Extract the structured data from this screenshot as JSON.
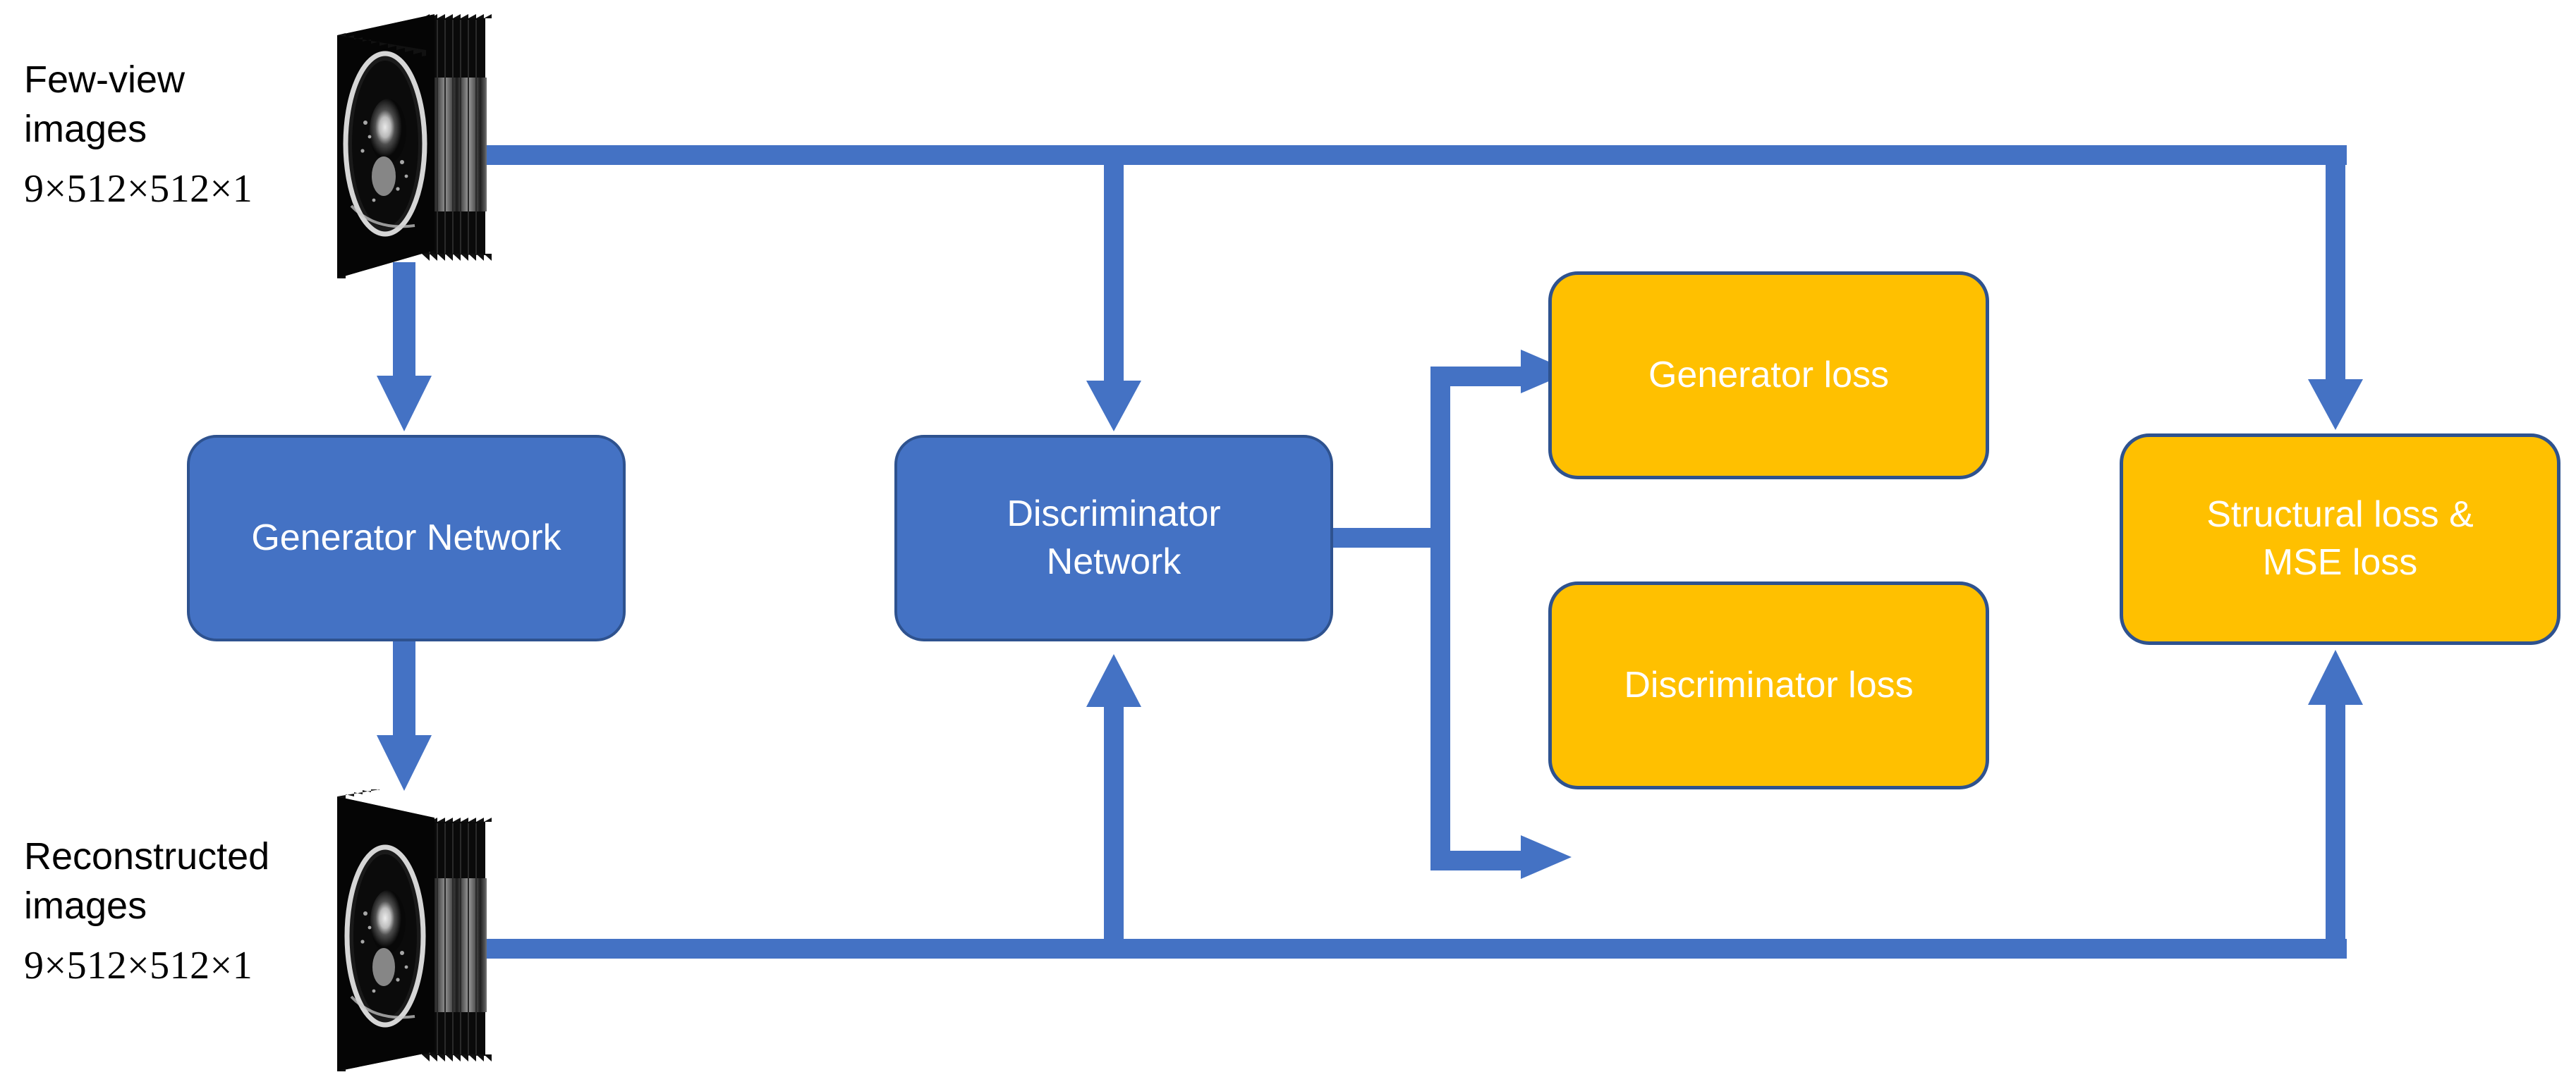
{
  "diagram": {
    "title": "GAN-based few-view CT reconstruction architecture",
    "colors": {
      "network_fill": "#4472C4",
      "network_border": "#2E528F",
      "loss_fill": "#FFC000",
      "loss_border": "#2E528F",
      "arrow": "#4472C4",
      "background": "#FFFFFF",
      "text_on_node": "#FFFFFF",
      "text_label": "#000000"
    },
    "labels": {
      "few_view": {
        "line1": "Few-view",
        "line2": "images",
        "dims": "9×512×512×1"
      },
      "reconstructed": {
        "line1": "Reconstructed",
        "line2": "images",
        "dims": "9×512×512×1"
      }
    },
    "nodes": [
      {
        "id": "generator-network",
        "label": "Generator Network",
        "type": "network"
      },
      {
        "id": "discriminator-network",
        "label_line1": "Discriminator",
        "label_line2": "Network",
        "type": "network"
      },
      {
        "id": "generator-loss",
        "label": "Generator loss",
        "type": "loss"
      },
      {
        "id": "discriminator-loss",
        "label": "Discriminator loss",
        "type": "loss"
      },
      {
        "id": "structural-mse-loss",
        "label_line1": "Structural loss &",
        "label_line2": "MSE loss",
        "type": "loss"
      }
    ],
    "images": [
      {
        "id": "few-view-stack",
        "alt": "ct-slice-stack-icon",
        "slices": 9
      },
      {
        "id": "reconstructed-stack",
        "alt": "ct-slice-stack-icon",
        "slices": 9
      }
    ],
    "edges": [
      {
        "from": "few-view-stack",
        "to": "generator-network",
        "direction": "down"
      },
      {
        "from": "generator-network",
        "to": "reconstructed-stack",
        "direction": "down"
      },
      {
        "from": "few-view-stack",
        "to": "discriminator-network",
        "direction": "down"
      },
      {
        "from": "few-view-stack",
        "to": "structural-mse-loss",
        "direction": "down"
      },
      {
        "from": "reconstructed-stack",
        "to": "discriminator-network",
        "direction": "up"
      },
      {
        "from": "reconstructed-stack",
        "to": "structural-mse-loss",
        "direction": "up"
      },
      {
        "from": "discriminator-network",
        "to": "generator-loss",
        "direction": "right"
      },
      {
        "from": "discriminator-network",
        "to": "discriminator-loss",
        "direction": "right"
      }
    ]
  }
}
